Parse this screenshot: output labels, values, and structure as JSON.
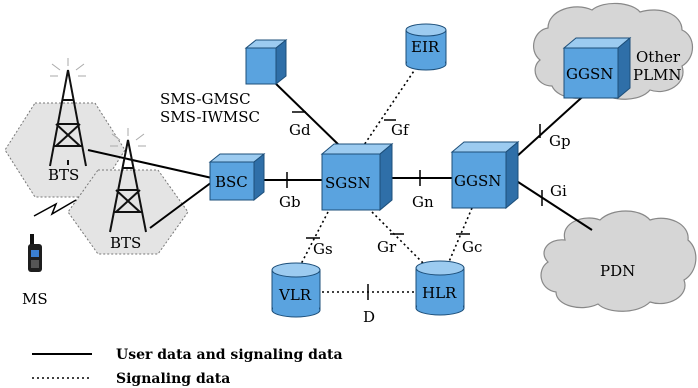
{
  "colors": {
    "box_face": "#5aa3df",
    "box_top": "#9ccbf0",
    "box_side": "#2f6fa8",
    "cloud": "#d6d6d6",
    "hex": "#e4e4e4",
    "line": "#000000"
  },
  "nodes": {
    "bts1": "BTS",
    "bts2": "BTS",
    "ms": "MS",
    "bsc": "BSC",
    "sgsn": "SGSN",
    "ggsn_main": "GGSN",
    "ggsn_other": "GGSN",
    "eir": "EIR",
    "vlr": "VLR",
    "hlr": "HLR",
    "sms_gmsc": "SMS-GMSC",
    "sms_iwmsc": "SMS-IWMSC",
    "other": "Other",
    "plmn": "PLMN",
    "pdn": "PDN"
  },
  "interfaces": {
    "gb": "Gb",
    "gd": "Gd",
    "gf": "Gf",
    "gn": "Gn",
    "gp": "Gp",
    "gi": "Gi",
    "gs": "Gs",
    "gr": "Gr",
    "gc": "Gc",
    "d": "D"
  },
  "legend": {
    "solid": "User data and signaling data",
    "dotted": "Signaling data"
  }
}
